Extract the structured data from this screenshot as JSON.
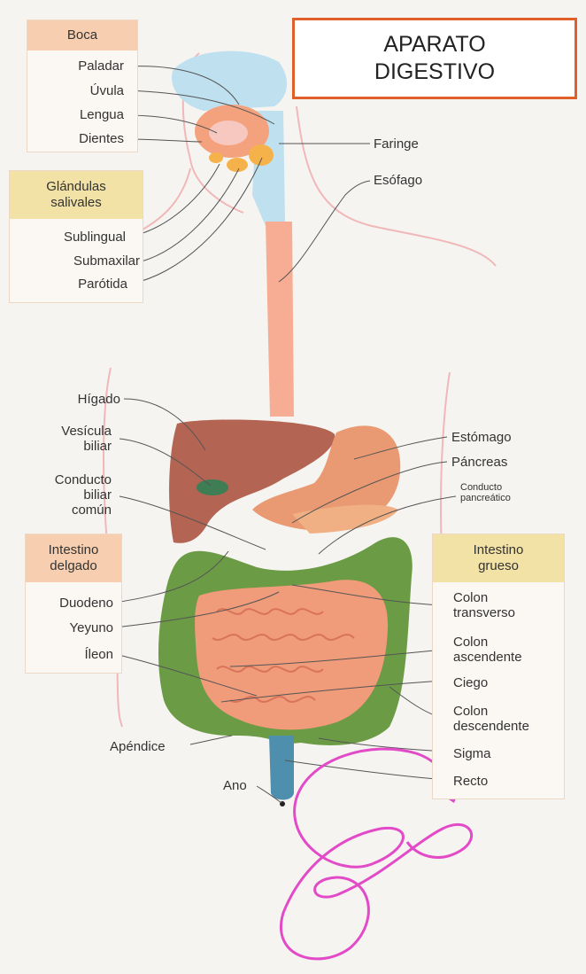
{
  "title": {
    "line1": "APARATO",
    "line2": "DIGESTIVO"
  },
  "groups": {
    "boca": {
      "header": "Boca",
      "items": [
        "Paladar",
        "Úvula",
        "Lengua",
        "Dientes"
      ]
    },
    "glandulas": {
      "header_line1": "Glándulas",
      "header_line2": "salivales",
      "items": [
        "Sublingual",
        "Submaxilar",
        "Parótida"
      ]
    },
    "intestino_delgado": {
      "header_line1": "Intestino",
      "header_line2": "delgado",
      "items": [
        "Duodeno",
        "Yeyuno",
        "Íleon"
      ]
    },
    "intestino_grueso": {
      "header_line1": "Intestino",
      "header_line2": "grueso",
      "items": [
        {
          "l1": "Colon",
          "l2": "transverso"
        },
        {
          "l1": "Colon",
          "l2": "ascendente"
        },
        {
          "l1": "Ciego",
          "l2": ""
        },
        {
          "l1": "Colon",
          "l2": "descendente"
        },
        {
          "l1": "Sigma",
          "l2": ""
        },
        {
          "l1": "Recto",
          "l2": ""
        }
      ]
    }
  },
  "labels": {
    "faringe": "Faringe",
    "esofago": "Esófago",
    "higado": "Hígado",
    "vesicula": {
      "l1": "Vesícula",
      "l2": "biliar"
    },
    "conducto_biliar": {
      "l1": "Conducto",
      "l2": "biliar",
      "l3": "común"
    },
    "estomago": "Estómago",
    "pancreas": "Páncreas",
    "conducto_pancreatico": {
      "l1": "Conducto",
      "l2": "pancreático"
    },
    "apendice": "Apéndice",
    "ano": "Ano"
  },
  "colors": {
    "title_border": "#e0602a",
    "panel_header_peach": "#f7cfb0",
    "panel_header_yellow": "#f3e2a6",
    "liver": "#b36452",
    "stomach": "#e99a72",
    "small_intestine": "#f09b7a",
    "large_intestine": "#6c9b46",
    "rectum": "#4e8fae",
    "gallbladder": "#3f7d55",
    "head_cavity": "#bfe0ee",
    "body_outline": "#f0b8b8",
    "signature": "#e24ac8"
  }
}
